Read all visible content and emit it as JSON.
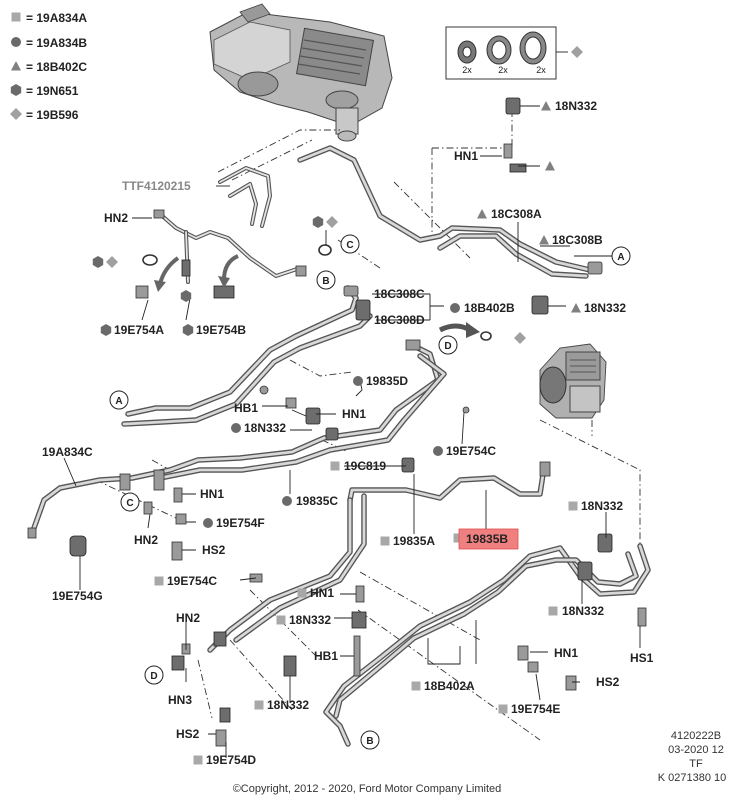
{
  "legend": [
    {
      "symbol": "square",
      "code": "= 19A834A"
    },
    {
      "symbol": "circle",
      "code": "= 19A834B"
    },
    {
      "symbol": "triangle",
      "code": "= 18B402C"
    },
    {
      "symbol": "hexagon",
      "code": "= 19N651"
    },
    {
      "symbol": "diamond",
      "code": "= 19B596"
    }
  ],
  "seal_kit": {
    "qty": [
      "2x",
      "2x",
      "2x"
    ]
  },
  "labels": {
    "tr_18n332_top": "18N332",
    "tr_hn1": "HN1",
    "ttf": "TTF4120215",
    "hn2_top": "HN2",
    "c18c308a": "18C308A",
    "c18c308b": "18C308B",
    "c18c308c": "18C308C",
    "c18c308d": "18C308D",
    "c18b402b": "18B402B",
    "tr_18n332_mid": "18N332",
    "e754a": "19E754A",
    "e754b": "19E754B",
    "c19835d": "19835D",
    "hb1_top": "HB1",
    "hn1_mid": "HN1",
    "n332_mid": "18N332",
    "e754c": "19E754C",
    "a834c": "19A834C",
    "c819": "19C819",
    "hn1_left": "HN1",
    "hn2_left": "HN2",
    "e754f": "19E754F",
    "hs2_left": "HS2",
    "c19835c": "19835C",
    "c19835a": "19835A",
    "c19835b": "19835B",
    "n332_right1": "18N332",
    "n332_right2": "18N332",
    "e754g": "19E754G",
    "e754c_low": "19E754C",
    "hn1_low": "HN1",
    "n332_low": "18N332",
    "hn2_low": "HN2",
    "hb1_low": "HB1",
    "hn3": "HN3",
    "n332_bot": "18N332",
    "b402a": "18B402A",
    "hn1_br": "HN1",
    "hs2_br": "HS2",
    "hs1": "HS1",
    "e754e": "19E754E",
    "hs2_bl": "HS2",
    "e754d": "19E754D"
  },
  "callouts": {
    "a1": "A",
    "a2": "A",
    "b1": "B",
    "b2": "B",
    "c1": "C",
    "c2": "C",
    "d1": "D",
    "d2": "D"
  },
  "ref": {
    "line1": "4120222B",
    "line2": "03-2020 12",
    "line3": "TF",
    "line4": "K 0271380 10"
  },
  "copyright": "©Copyright, 2012 - 2020, Ford Motor Company Limited",
  "colors": {
    "highlight": "#f08080",
    "symbol_fill": "#6a6a6a",
    "square_fill": "#a8a8a8",
    "diamond_fill": "#a0a0a0"
  }
}
